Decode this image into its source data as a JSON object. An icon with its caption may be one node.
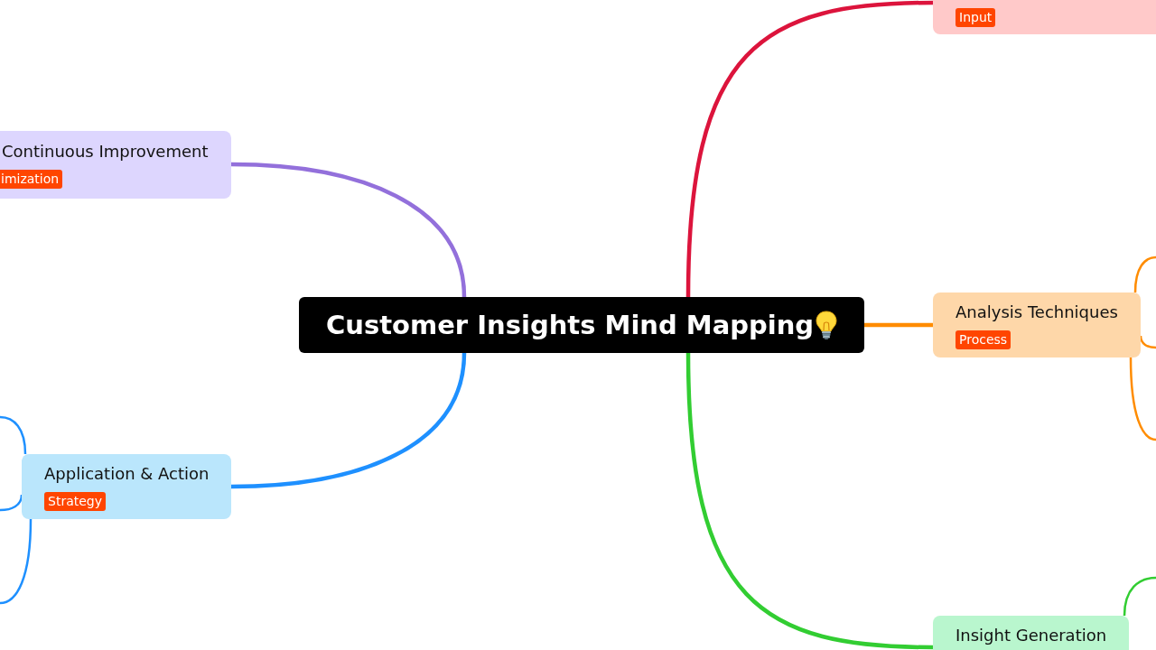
{
  "diagram": {
    "nodes": [
      {
        "text": [
          "Customer Insights Mind Mapping"
        ]
      },
      {
        "text": [
          "Input"
        ]
      },
      {
        "text": [
          "Analysis Techniques",
          "Process"
        ]
      },
      {
        "text": [
          "Insight Generation"
        ]
      },
      {
        "text": [
          "Application & Action",
          "Strategy"
        ]
      },
      {
        "text": [
          "Continuous Improvement",
          "imization"
        ]
      }
    ],
    "edges": [
      {
        "from": 0,
        "to": 1,
        "arrow": "none",
        "style": "thick",
        "color": "#dc143c"
      },
      {
        "from": 0,
        "to": 2,
        "arrow": "none",
        "style": "thick",
        "color": "#ff8c00"
      },
      {
        "from": 0,
        "to": 3,
        "arrow": "none",
        "style": "thick",
        "color": "#32cd32"
      },
      {
        "from": 0,
        "to": 4,
        "arrow": "none",
        "style": "thick",
        "color": "#1e90ff"
      },
      {
        "from": 0,
        "to": 5,
        "arrow": "none",
        "style": "thick",
        "color": "#9370db"
      },
      {
        "from": 2,
        "to": null,
        "arrow": "none",
        "color": "#ff8c00"
      },
      {
        "from": 2,
        "to": null,
        "arrow": "none",
        "color": "#ff8c00"
      },
      {
        "from": 2,
        "to": null,
        "arrow": "none",
        "color": "#ff8c00"
      },
      {
        "from": 3,
        "to": null,
        "arrow": "none",
        "color": "#32cd32"
      },
      {
        "from": 4,
        "to": null,
        "arrow": "none",
        "color": "#1e90ff"
      },
      {
        "from": 4,
        "to": null,
        "arrow": "none",
        "color": "#1e90ff"
      },
      {
        "from": 4,
        "to": null,
        "arrow": "none",
        "color": "#1e90ff"
      }
    ]
  }
}
